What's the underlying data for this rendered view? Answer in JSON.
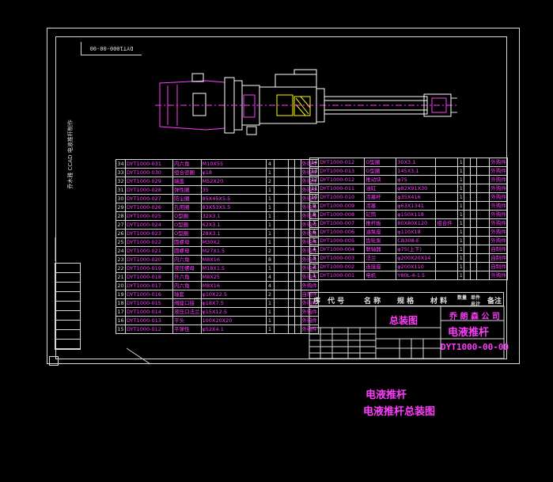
{
  "code_box": "DYT1000-00-00",
  "side_note": "乔木雅 CCAD 电液推杆制作",
  "bom_left": [
    {
      "no": "34",
      "code": "DYT1000-031",
      "name": "内六角",
      "spec": "M10X55",
      "qty": "4",
      "mat": "",
      "note": "外购件"
    },
    {
      "no": "33",
      "code": "DYT1000-030",
      "name": "组合密圈",
      "spec": "φ18",
      "qty": "1",
      "mat": "",
      "note": "外购件"
    },
    {
      "no": "32",
      "code": "DYT1000-029",
      "name": "端盖",
      "spec": "M52X20",
      "qty": "2",
      "mat": "",
      "note": "外购件"
    },
    {
      "no": "31",
      "code": "DYT1000-028",
      "name": "弹性圈",
      "spec": "35",
      "qty": "1",
      "mat": "",
      "note": "外购件"
    },
    {
      "no": "30",
      "code": "DYT1000-027",
      "name": "防尘圈",
      "spec": "85X45X5.5",
      "qty": "1",
      "mat": "",
      "note": "外购件"
    },
    {
      "no": "29",
      "code": "DYT1000-026",
      "name": "孔用圈",
      "spec": "83X53X5.5",
      "qty": "1",
      "mat": "",
      "note": "外购件"
    },
    {
      "no": "28",
      "code": "DYT1000-025",
      "name": "O型圈",
      "spec": "32X3.1",
      "qty": "1",
      "mat": "",
      "note": "外购件"
    },
    {
      "no": "27",
      "code": "DYT1000-024",
      "name": "O型圈",
      "spec": "62X3.1",
      "qty": "1",
      "mat": "",
      "note": "外购件"
    },
    {
      "no": "26",
      "code": "DYT1000-023",
      "name": "O型圈",
      "spec": "28X3.1",
      "qty": "1",
      "mat": "",
      "note": "外购件"
    },
    {
      "no": "25",
      "code": "DYT1000-022",
      "name": "圆螺母",
      "spec": "M30X2",
      "qty": "1",
      "mat": "",
      "note": "外购件"
    },
    {
      "no": "24",
      "code": "DYT1000-021",
      "name": "圆螺母",
      "spec": "M27X1.5",
      "qty": "2",
      "mat": "",
      "note": "外购件"
    },
    {
      "no": "23",
      "code": "DYT1000-020",
      "name": "内六角",
      "spec": "M8X16",
      "qty": "8",
      "mat": "",
      "note": "外购件"
    },
    {
      "no": "22",
      "code": "DYT1000-019",
      "name": "液压螺母",
      "spec": "M18X1.5",
      "qty": "1",
      "mat": "",
      "note": "外购件"
    },
    {
      "no": "21",
      "code": "DYT1000-018",
      "name": "外六角",
      "spec": "M8X25",
      "qty": "4",
      "mat": "",
      "note": "外购件"
    },
    {
      "no": "20",
      "code": "DYT1000-017",
      "name": "内六角",
      "spec": "M8X16",
      "qty": "4",
      "mat": "",
      "note": "外购件"
    },
    {
      "no": "19",
      "code": "DYT1000-016",
      "name": "轴套",
      "spec": "φ10X22.5",
      "qty": "2",
      "mat": "",
      "note": "自制件"
    },
    {
      "no": "18",
      "code": "DYT1000-015",
      "name": "阀座口接",
      "spec": "φ18X7.5",
      "qty": "1",
      "mat": "",
      "note": "外购件"
    },
    {
      "no": "17",
      "code": "DYT1000-014",
      "name": "液压口法兰",
      "spec": "φ15X12.5",
      "qty": "1",
      "mat": "",
      "note": "外购件"
    },
    {
      "no": "16",
      "code": "DYT1000-013",
      "name": "平头",
      "spec": "100X20X20",
      "qty": "1",
      "mat": "",
      "note": "外购件"
    },
    {
      "no": "15",
      "code": "DYT1000-012",
      "name": "平弹性",
      "spec": "φ52X4.1",
      "qty": "1",
      "mat": "",
      "note": "外购件"
    }
  ],
  "bom_right": [
    {
      "no": "14",
      "code": "DYT1000-012",
      "name": "O型圈",
      "spec": "30X3.1",
      "qty": "1",
      "mat": "",
      "note": "外购件"
    },
    {
      "no": "13",
      "code": "DYT1000-013",
      "name": "O型圈",
      "spec": "145X3.1",
      "qty": "1",
      "mat": "",
      "note": "外购件"
    },
    {
      "no": "12",
      "code": "DYT1000-012",
      "name": "推动块",
      "spec": "φ75",
      "qty": "1",
      "mat": "",
      "note": "外购件"
    },
    {
      "no": "11",
      "code": "DYT1000-011",
      "name": "油缸",
      "spec": "φ82X91X30",
      "qty": "1",
      "mat": "",
      "note": "外购件"
    },
    {
      "no": "10",
      "code": "DYT1000-010",
      "name": "活塞杆",
      "spec": "φ35X416",
      "qty": "1",
      "mat": "",
      "note": "外购件"
    },
    {
      "no": "9",
      "code": "DYT1000-009",
      "name": "活塞",
      "spec": "φ63X1341",
      "qty": "1",
      "mat": "",
      "note": "外购件"
    },
    {
      "no": "8",
      "code": "DYT1000-008",
      "name": "缸筒",
      "spec": "φ150X118",
      "qty": "1",
      "mat": "",
      "note": "外购件"
    },
    {
      "no": "7",
      "code": "DYT1000-007",
      "name": "推杆板",
      "spec": "80X80X120",
      "qty": "1",
      "mat": "组合件",
      "note": "外购件"
    },
    {
      "no": "6",
      "code": "DYT1000-006",
      "name": "油泵座",
      "spec": "φ110X18",
      "qty": "1",
      "mat": "",
      "note": "外购件"
    },
    {
      "no": "5",
      "code": "DYT1000-005",
      "name": "齿轮泵",
      "spec": "CB308-E",
      "qty": "1",
      "mat": "",
      "note": "外购件"
    },
    {
      "no": "4",
      "code": "DYT1000-004",
      "name": "联轴器",
      "spec": "φ75(上下)",
      "qty": "1",
      "mat": "",
      "note": "自制件"
    },
    {
      "no": "3",
      "code": "DYT1000-003",
      "name": "法兰",
      "spec": "φ200X20X14",
      "qty": "1",
      "mat": "",
      "note": "自制件"
    },
    {
      "no": "2",
      "code": "DYT1000-002",
      "name": "连接座",
      "spec": "φ200X110",
      "qty": "1",
      "mat": "",
      "note": "自制件"
    },
    {
      "no": "1",
      "code": "DYT1000-001",
      "name": "电机",
      "spec": "Y80L-4-1.5",
      "qty": "1",
      "mat": "",
      "note": "外购件"
    }
  ],
  "header_row": {
    "seq": "序",
    "code": "代 号",
    "name": "名 称",
    "spec": "规 格",
    "mat": "材 料",
    "qty": "数量",
    "unit": "单件",
    "total": "总计",
    "note": "备注"
  },
  "title_block": {
    "drawing_name": "总装图",
    "company": "乔 朗 森 公 司",
    "product": "电液推杆",
    "drawing_code": "DYT1000-00-00"
  },
  "captions": {
    "line1": "电液推杆",
    "line2": "电液推杆总装图"
  }
}
